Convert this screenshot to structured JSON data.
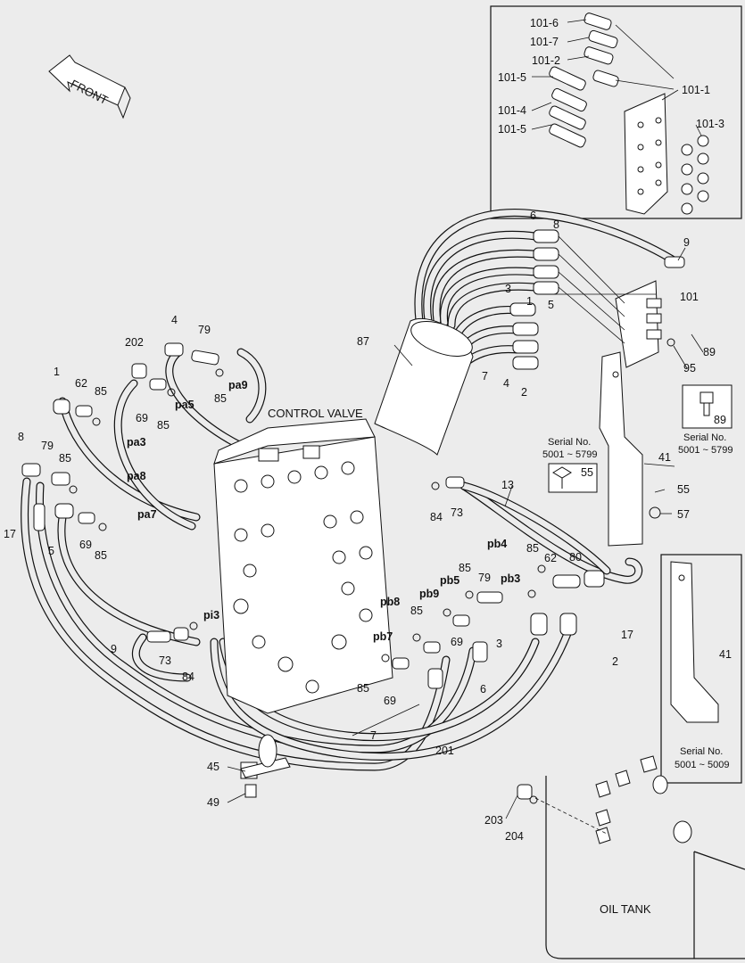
{
  "diagram": {
    "title_arrow": "FRONT",
    "control_valve": "CONTROL VALVE",
    "oil_tank": "OIL TANK",
    "serial_a_label": "Serial No.",
    "serial_a_range": "5001 ~ 5799",
    "serial_b_label": "Serial No.",
    "serial_b_range": "5001 ~ 5799",
    "serial_c_label": "Serial No.",
    "serial_c_range": "5001 ~ 5009",
    "callouts": [
      "101-6",
      "101-7",
      "101-2",
      "101-5",
      "101-4",
      "101-5",
      "101-1",
      "101-3",
      "6",
      "8",
      "9",
      "3",
      "1",
      "5",
      "101",
      "87",
      "7",
      "4",
      "2",
      "89",
      "95",
      "89",
      "41",
      "55",
      "55",
      "57",
      "13",
      "84",
      "73",
      "4",
      "79",
      "202",
      "1",
      "62",
      "85",
      "69",
      "85",
      "pa9",
      "pa5",
      "pa3",
      "pa8",
      "8",
      "79",
      "85",
      "17",
      "5",
      "69",
      "85",
      "pa7",
      "pb4",
      "85",
      "62",
      "80",
      "pb5",
      "79",
      "pb3",
      "pb9",
      "85",
      "17",
      "pb8",
      "69",
      "3",
      "2",
      "pi3",
      "9",
      "73",
      "84",
      "pb7",
      "85",
      "69",
      "6",
      "41",
      "7",
      "201",
      "45",
      "49",
      "203",
      "204"
    ]
  }
}
